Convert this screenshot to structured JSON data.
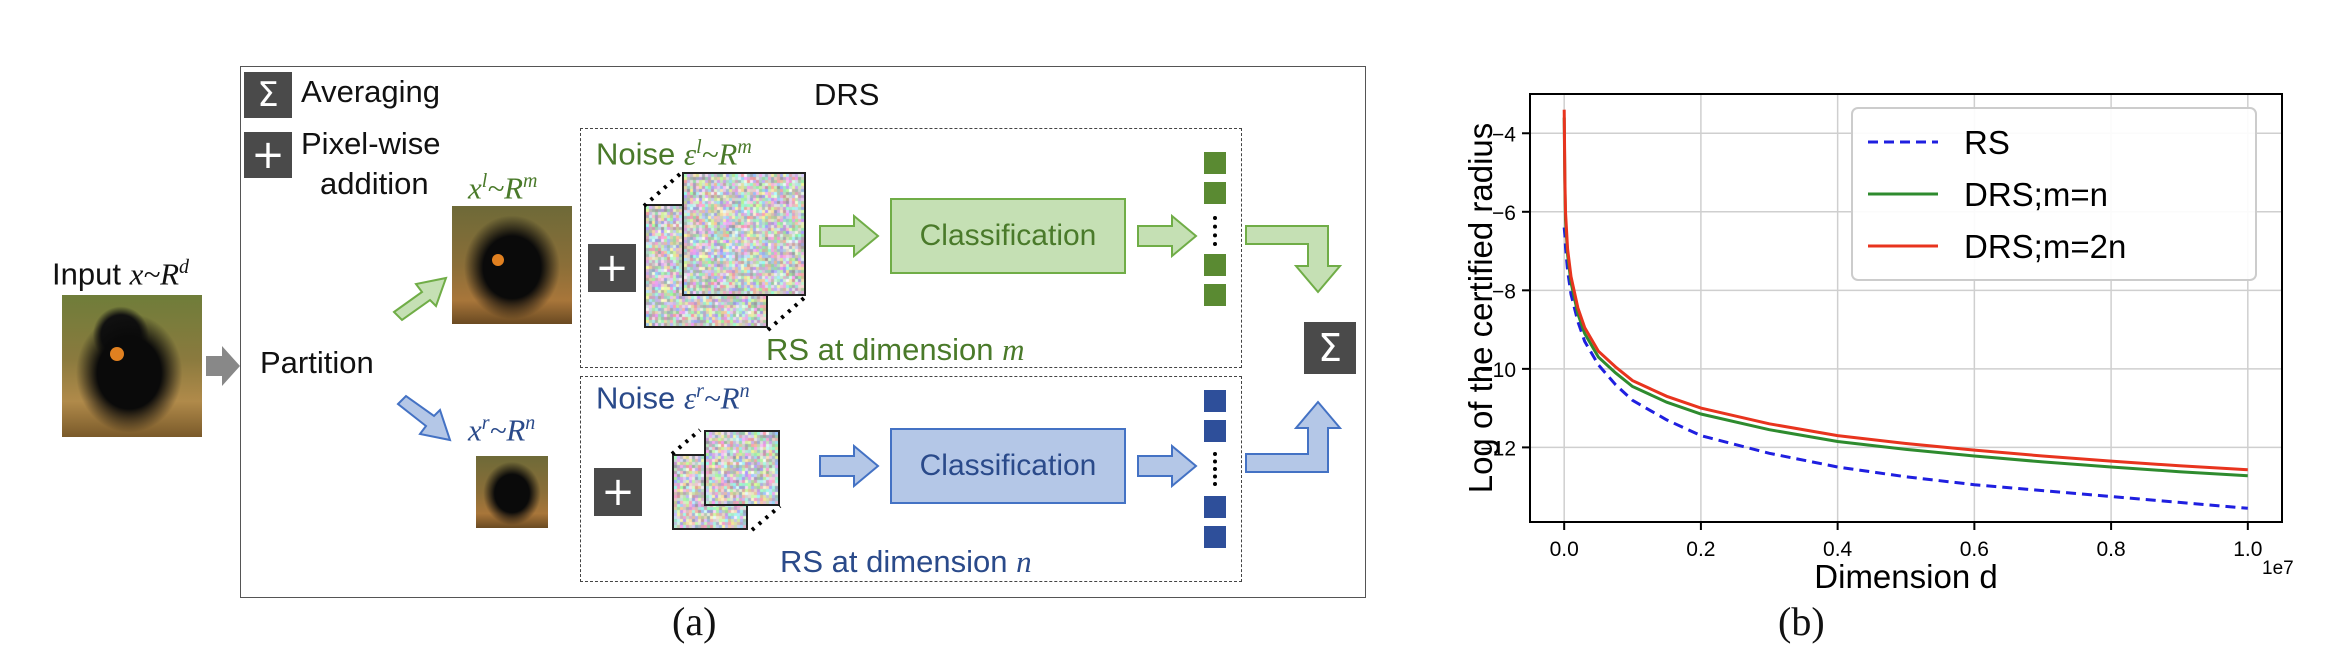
{
  "legend": {
    "sum_symbol": "Σ",
    "sum_label": "Averaging",
    "plus_symbol": "+",
    "plus_label_1": "Pixel-wise",
    "plus_label_2": "addition"
  },
  "diagram": {
    "title": "DRS",
    "input_label": "Input ",
    "input_math": "x~R",
    "input_sup": "d",
    "partition": "Partition",
    "left_math": "x",
    "left_sup1": "l",
    "left_math2": "~R",
    "left_sup2": "m",
    "right_math": "x",
    "right_sup1": "r",
    "right_math2": "~R",
    "right_sup2": "n",
    "noise_top_label": "Noise ",
    "noise_top_math": "ε",
    "noise_top_sup1": "l",
    "noise_top_math2": "~R",
    "noise_top_sup2": "m",
    "noise_bot_label": "Noise ",
    "noise_bot_math": "ε",
    "noise_bot_sup1": "r",
    "noise_bot_math2": "~R",
    "noise_bot_sup2": "n",
    "classification_top": "Classification",
    "classification_bot": "Classification",
    "rs_top": "RS at dimension ",
    "rs_top_math": "m",
    "rs_bot": "RS at dimension ",
    "rs_bot_math": "n",
    "plus": "+",
    "sum": "Σ",
    "caption": "(a)",
    "colors": {
      "green": "#70ad47",
      "blue": "#4472c4",
      "green_text": "#4a7a2a",
      "blue_text": "#2a4a8a"
    }
  },
  "chart_caption": "(b)",
  "chart_data": {
    "type": "line",
    "xlabel": "Dimension d",
    "ylabel": "Log of the certified radius",
    "x_offset_label": "1e7",
    "xlim": [
      -0.05,
      1.05
    ],
    "ylim": [
      -13.9,
      -3.0
    ],
    "xticks": [
      0.0,
      0.2,
      0.4,
      0.6,
      0.8,
      1.0
    ],
    "xtick_labels": [
      "0.0",
      "0.2",
      "0.4",
      "0.6",
      "0.8",
      "1.0"
    ],
    "yticks": [
      -4,
      -6,
      -8,
      -10,
      -12
    ],
    "ytick_labels": [
      "−4",
      "−6",
      "−8",
      "−10",
      "−12"
    ],
    "grid": true,
    "legend_position": "top-right",
    "x": [
      0.0,
      0.001,
      0.002,
      0.005,
      0.01,
      0.02,
      0.03,
      0.05,
      0.075,
      0.1,
      0.15,
      0.2,
      0.3,
      0.4,
      0.5,
      0.6,
      0.7,
      0.8,
      0.9,
      1.0
    ],
    "series": [
      {
        "name": "RS",
        "color": "#1f1fe0",
        "dash": true,
        "values": [
          -6.4,
          -6.6,
          -6.9,
          -7.5,
          -8.1,
          -8.8,
          -9.3,
          -9.9,
          -10.4,
          -10.8,
          -11.3,
          -11.7,
          -12.15,
          -12.5,
          -12.75,
          -12.95,
          -13.1,
          -13.25,
          -13.4,
          -13.55
        ]
      },
      {
        "name": "DRS;m=n",
        "color": "#2e8b2e",
        "dash": false,
        "values": [
          -3.6,
          -5.4,
          -6.2,
          -7.1,
          -7.8,
          -8.6,
          -9.1,
          -9.7,
          -10.1,
          -10.45,
          -10.85,
          -11.15,
          -11.55,
          -11.85,
          -12.05,
          -12.22,
          -12.37,
          -12.5,
          -12.62,
          -12.72
        ]
      },
      {
        "name": "DRS;m=2n",
        "color": "#e8341e",
        "dash": false,
        "values": [
          -3.4,
          -5.2,
          -6.0,
          -6.95,
          -7.65,
          -8.45,
          -8.95,
          -9.55,
          -9.95,
          -10.3,
          -10.7,
          -11.0,
          -11.4,
          -11.7,
          -11.9,
          -12.07,
          -12.22,
          -12.35,
          -12.47,
          -12.57
        ]
      }
    ]
  }
}
